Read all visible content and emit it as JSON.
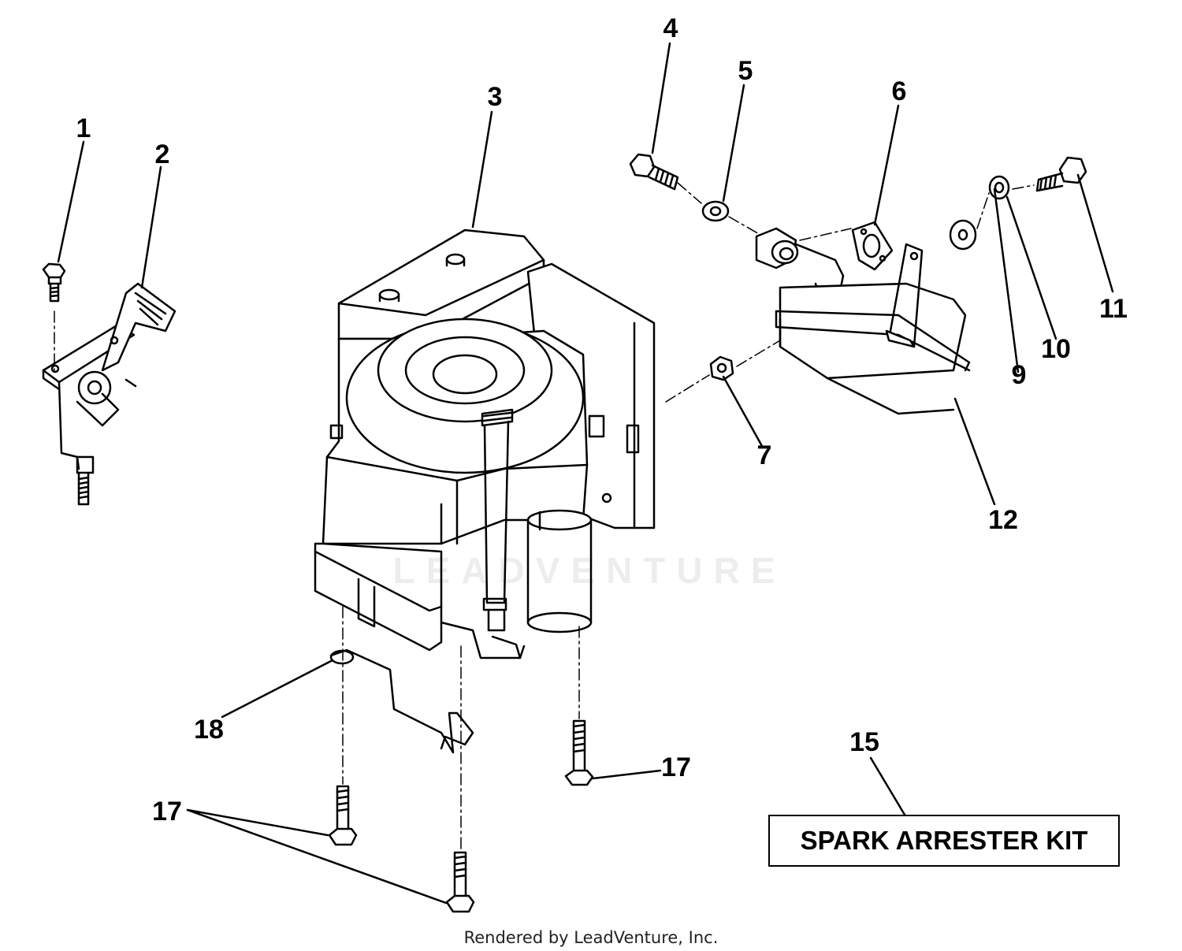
{
  "callouts": {
    "c1": "1",
    "c2": "2",
    "c3": "3",
    "c4": "4",
    "c5": "5",
    "c6": "6",
    "c7": "7",
    "c9": "9",
    "c10": "10",
    "c11": "11",
    "c12": "12",
    "c15": "15",
    "c17a": "17",
    "c17b": "17",
    "c18": "18"
  },
  "kit_label": "SPARK ARRESTER KIT",
  "watermark": "LEADVENTURE",
  "credit": "Rendered by LeadVenture, Inc."
}
